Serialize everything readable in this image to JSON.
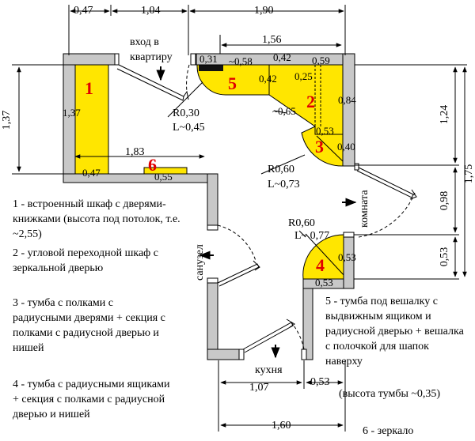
{
  "dimensions": {
    "top_047": "0,47",
    "top_104": "1,04",
    "top_190": "1,90",
    "top_156": "1,56",
    "left_137": "1,37",
    "right_124": "1,24",
    "right_175": "1,75",
    "right_098": "0,98",
    "right_053": "0,53",
    "bottom_107": "1,07",
    "bottom_053": "0,53",
    "bottom_160": "1,60"
  },
  "labels": {
    "entrance": [
      "вход в",
      "квартиру"
    ],
    "room": "комната",
    "bathroom": "санузел",
    "kitchen": "кухня",
    "r030": "R0,30",
    "l045": "L~0,45",
    "r060a": "R0,60",
    "l073": "L~0,73",
    "r060b": "R0,60",
    "l077": "L~ 0,77"
  },
  "inner": {
    "w031": "0,31",
    "w058": "~0,58",
    "w042a": "0,42",
    "w059": "0,59",
    "w042b": "0,42",
    "w025": "0,25",
    "w065": "~0,65",
    "w084": "0,84",
    "w053a": "0,53",
    "w040": "0,40",
    "w137": "1,37",
    "w183": "1,83",
    "w047": "0,47",
    "w055": "0,55",
    "w053b": "0,53",
    "w053c": "0,53"
  },
  "numbers": {
    "n1": "1",
    "n2": "2",
    "n3": "3",
    "n4": "4",
    "n5": "5",
    "n6": "6"
  },
  "legend": {
    "l1": "1 - встроенный шкаф с дверями-книжками (высота под потолок, т.е. ~2,55)",
    "l2": "2 - угловой переходной шкаф с зеркальной дверью",
    "l3": "3 - тумба с полками с радиусными дверями + секция с полками с радиусной дверью и нишей",
    "l4": "4 - тумба с радиусными ящиками + секция с полками с радиусной дверью и нишей",
    "l5": "5 - тумба под вешалку с выдвижным ящиком и радиусной дверью + вешалка с полочкой для шапок наверху",
    "l5b": "(высота тумбы ~0,35)",
    "l6": "6 - зеркало"
  },
  "colors": {
    "furniture": "#ffe600",
    "wall": "#c8c8c8",
    "number": "#e00000"
  }
}
